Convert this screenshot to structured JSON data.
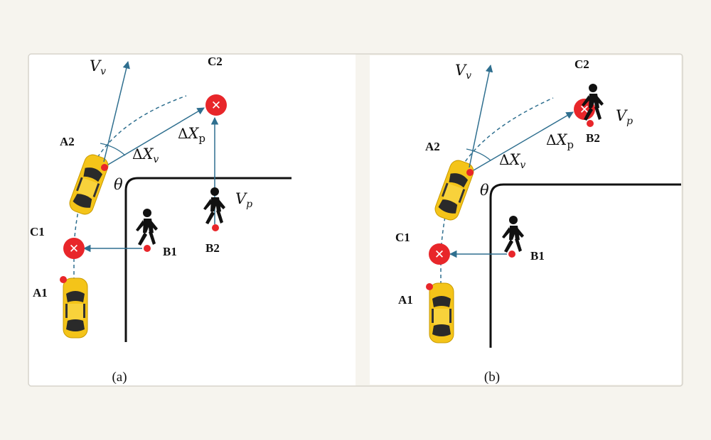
{
  "panels": [
    {
      "caption": "(a)",
      "labels": {
        "A1": "A1",
        "A2": "A2",
        "B1": "B1",
        "B2": "B2",
        "C1": "C1",
        "C2": "C2",
        "theta": "θ",
        "delta": "Δ",
        "vv_main": "V",
        "vv_sub": "v",
        "dxv_main": "X",
        "dxv_sub": "v",
        "dxp_main": "X",
        "dxp_sub": "p",
        "vp_main": "V",
        "vp_sub": "p"
      },
      "cross_glyph": "✕"
    },
    {
      "caption": "(b)",
      "labels": {
        "A1": "A1",
        "A2": "A2",
        "B1": "B1",
        "B2": "B2",
        "C1": "C1",
        "C2": "C2",
        "theta": "θ",
        "delta": "Δ",
        "vv_main": "V",
        "vv_sub": "v",
        "dxv_main": "X",
        "dxv_sub": "v",
        "dxp_main": "X",
        "dxp_sub": "p",
        "vp_main": "V",
        "vp_sub": "p"
      },
      "cross_glyph": "✕"
    }
  ],
  "colors": {
    "background": "#f6f4ee",
    "panel": "#ffffff",
    "arrow": "#2f6f8f",
    "car": "#f4c419",
    "collision": "#e8262a",
    "marker": "#e8262a",
    "road": "#111111",
    "pedestrian": "#111111"
  },
  "icons": [
    "car-icon",
    "pedestrian-icon",
    "collision-point-icon"
  ]
}
